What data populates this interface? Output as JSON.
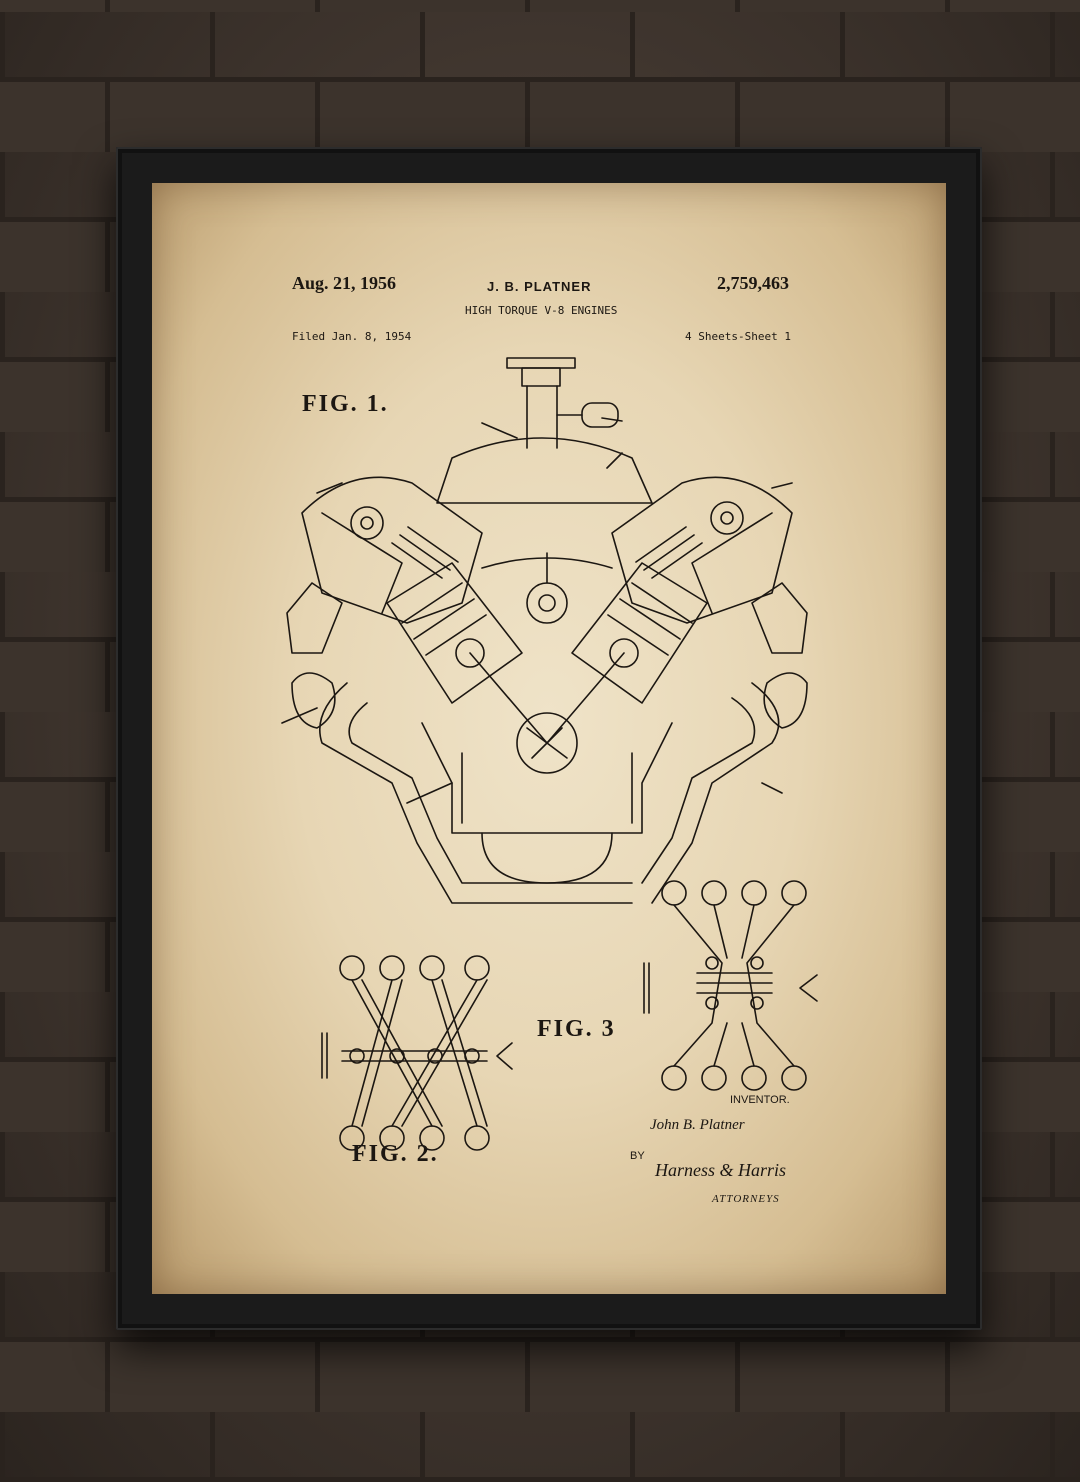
{
  "poster": {
    "patent_date": "Aug. 21, 1956",
    "inventor_header": "J. B. PLATNER",
    "patent_number": "2,759,463",
    "title": "HIGH TORQUE V-8 ENGINES",
    "filed": "Filed Jan. 8, 1954",
    "sheets": "4 Sheets-Sheet 1",
    "figures": {
      "fig1": "FIG. 1.",
      "fig2": "FIG. 2.",
      "fig3": "FIG. 3"
    },
    "inventor_caption": "INVENTOR.",
    "inventor_signature": "John B. Platner",
    "by_label": "BY",
    "attorney_signature": "Harness & Harris",
    "attorneys_caption": "ATTORNEYS"
  },
  "colors": {
    "paper": "#e7d6b4",
    "ink": "#1c1712",
    "frame": "#1b1b1b",
    "brick": "#3c332c"
  }
}
